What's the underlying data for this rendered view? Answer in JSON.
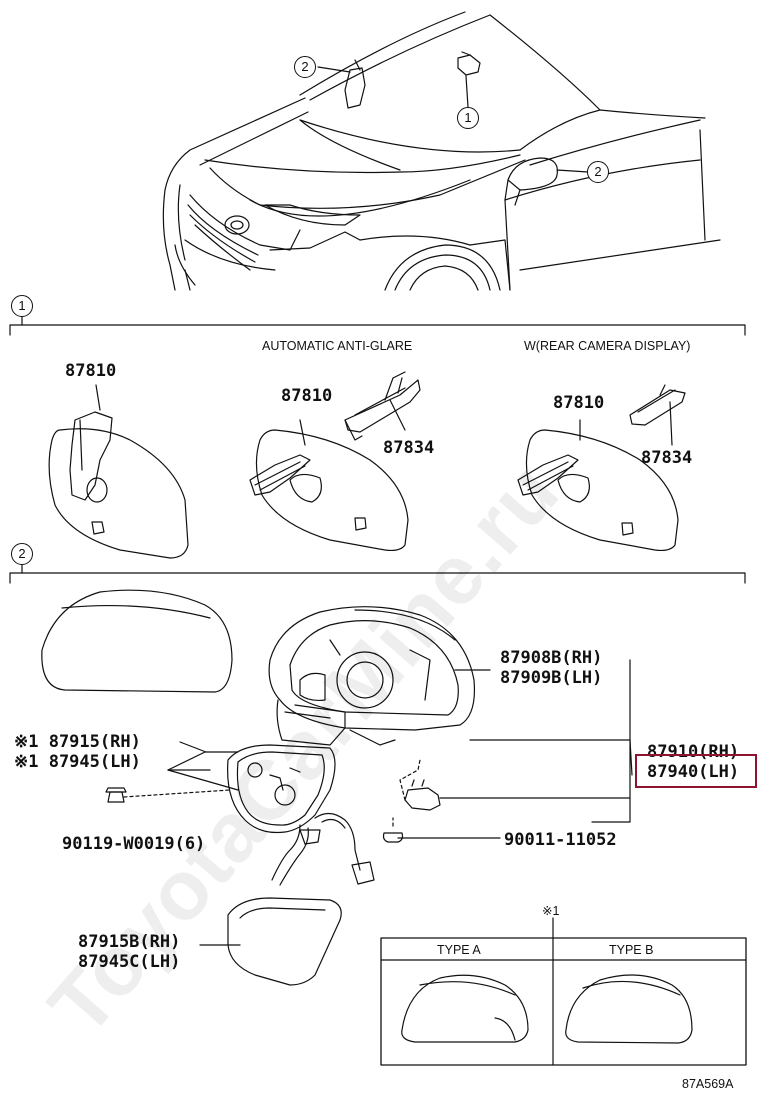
{
  "section_markers": {
    "s1": "1",
    "s2": "2"
  },
  "callouts": {
    "windshield_mirror": "2",
    "inner_mirror": "1",
    "door_mirror": "2"
  },
  "section1": {
    "heading_auto": "AUTOMATIC ANTI-GLARE",
    "heading_camera": "W(REAR CAMERA DISPLAY)",
    "part_inner_mirror_a": "87810",
    "part_inner_mirror_b": "87810",
    "part_cover_b": "87834",
    "part_inner_mirror_c": "87810",
    "part_cover_c": "87834"
  },
  "section2": {
    "outer_mirror_rh": "87908B(RH)",
    "outer_mirror_lh": "87909B(LH)",
    "mirror_sub_rh": "87910(RH)",
    "mirror_sub_lh": "87940(LH)",
    "cover_rh": "※1 87915(RH)",
    "cover_lh": "※1 87945(LH)",
    "screw": "90119-W0019(6)",
    "bulb": "90011-11052",
    "lower_cover_rh": "87915B(RH)",
    "lower_cover_lh": "87945C(LH)"
  },
  "type_table": {
    "marker": "※1",
    "type_a": "TYPE A",
    "type_b": "TYPE B"
  },
  "diagram_code": "87A569A",
  "watermark": "ToyotaCarMine.ru",
  "colors": {
    "highlight": "#8b1430",
    "line": "#111111"
  }
}
